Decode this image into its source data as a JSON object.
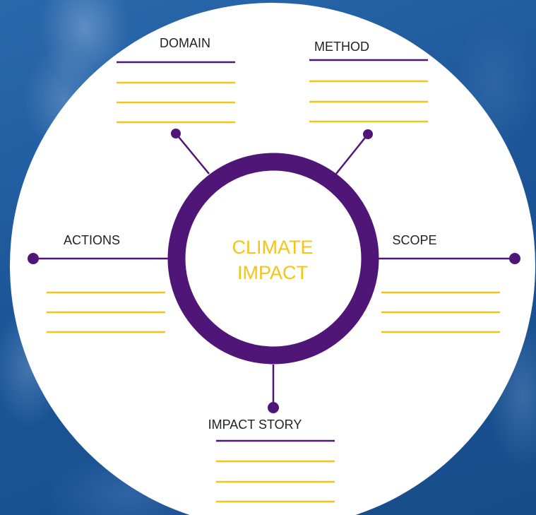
{
  "center": {
    "line1": "CLIMATE",
    "line2": "IMPACT"
  },
  "sections": {
    "domain": "DOMAIN",
    "method": "METHOD",
    "actions": "ACTIONS",
    "scope": "SCOPE",
    "impact_story": "IMPACT STORY"
  },
  "colors": {
    "purple": "#4f1677",
    "yellow": "#f6c318",
    "background_blue": "#1f5a9c",
    "circle_white": "#ffffff"
  }
}
